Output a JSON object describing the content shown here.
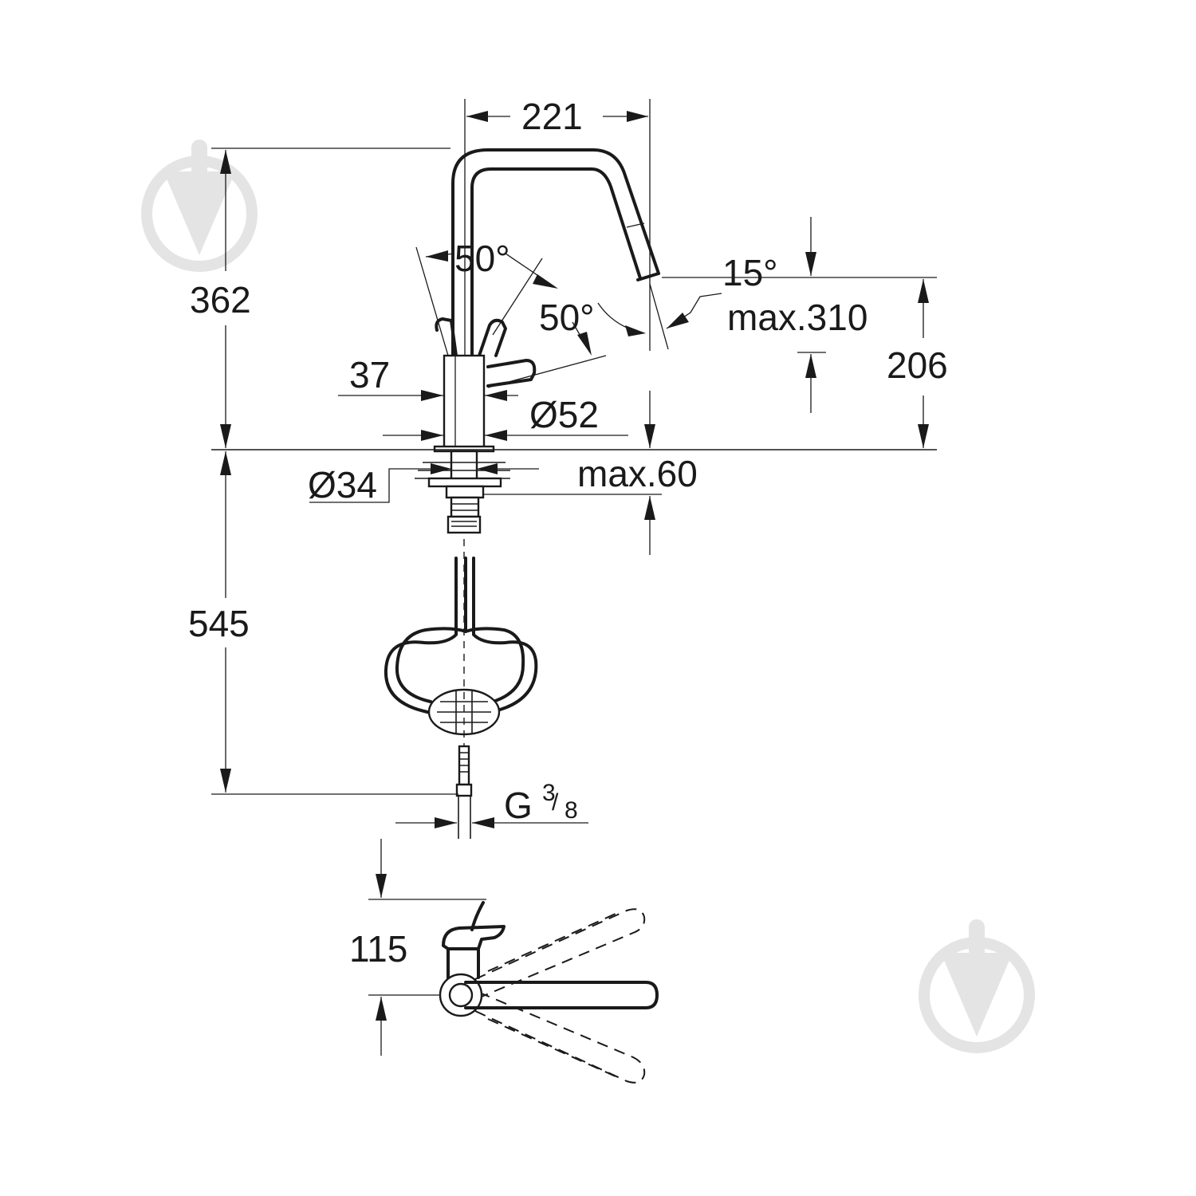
{
  "dimensions": {
    "spout_reach": "221",
    "total_height": "362",
    "spout_height": "206",
    "spray_angle": "15°",
    "max_reach": "max.310",
    "lever_angle_left": "50°",
    "lever_angle_right": "50°",
    "lever_width": "37",
    "body_diameter": "Ø52",
    "shank_diameter": "Ø34",
    "max_deck_thickness": "max.60",
    "hose_length": "545",
    "connection_prefix": "G",
    "connection_num": "3",
    "connection_den": "8",
    "swivel_offset": "115"
  },
  "colors": {
    "line": "#1a1a1a",
    "watermark": "#e4e4e4"
  }
}
